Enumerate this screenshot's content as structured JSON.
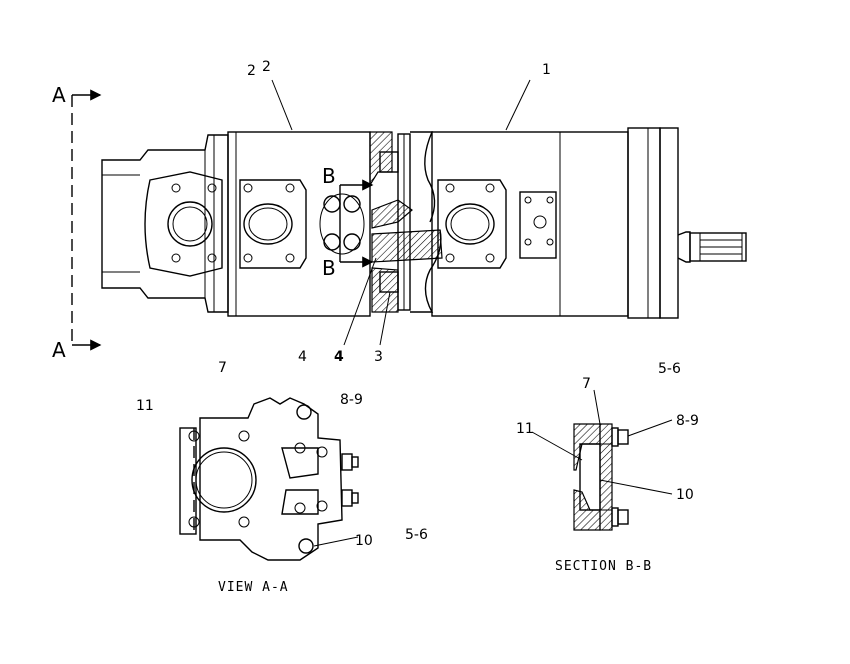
{
  "labels": {
    "section_a_top": "A",
    "section_a_bottom": "A",
    "section_b_top": "B",
    "section_b_bottom": "B",
    "callout_2a": "2",
    "callout_2b": "2",
    "callout_1": "1",
    "callout_4": "4",
    "callout_4_bold": "4",
    "callout_3": "3",
    "callout_7_left": "7",
    "callout_5_6_top": "5-6",
    "callout_11_left": "11",
    "callout_8_9_left": "8-9",
    "callout_10_left": "10",
    "callout_5_6_bottom": "5-6",
    "callout_7_right": "7",
    "callout_11_right": "11",
    "callout_8_9_right": "8-9",
    "callout_10_right": "10",
    "view_title": "VIEW A-A",
    "section_title": "SECTION B-B"
  }
}
